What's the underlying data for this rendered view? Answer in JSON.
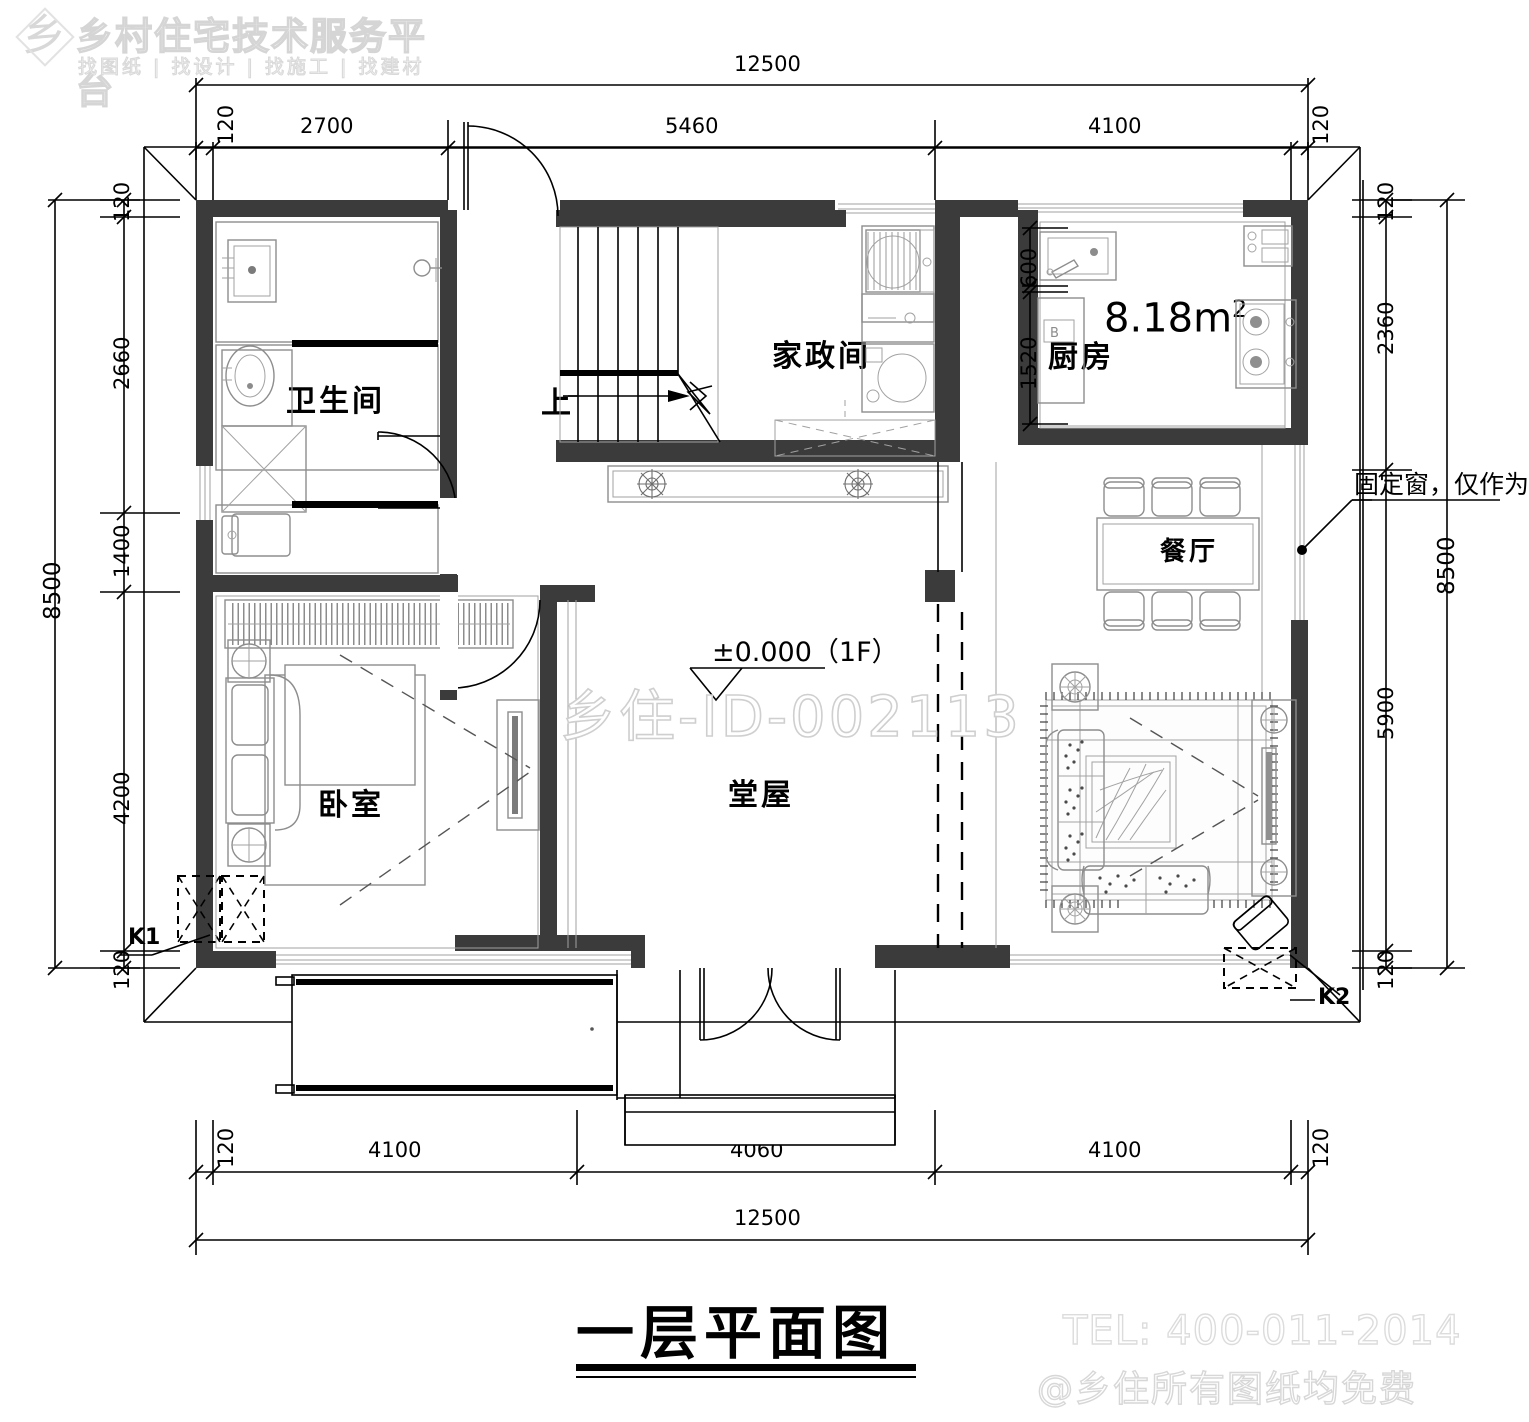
{
  "logo": {
    "brand": "乡村住宅技术服务平台",
    "tagline": "找图纸 | 找设计 | 找施工 | 找建材",
    "mark": "diamond-logo-icon"
  },
  "watermarks": {
    "plan_id": "乡住-ID-002113",
    "tel": "TEL: 400-011-2014",
    "slogan": "@乡住所有图纸均免费"
  },
  "title": "一层平面图",
  "elevation_marker": "±0.000（1F）",
  "stair_direction": "上",
  "annotation": "固定窗，仅作为",
  "area_labels": [
    {
      "text": "8.18m",
      "sup": "2"
    }
  ],
  "rooms": [
    {
      "key": "bathroom",
      "label": "卫生间"
    },
    {
      "key": "bedroom",
      "label": "卧室"
    },
    {
      "key": "utility",
      "label": "家政间"
    },
    {
      "key": "kitchen",
      "label": "厨房"
    },
    {
      "key": "hall",
      "label": "堂屋"
    },
    {
      "key": "dining",
      "label": "餐厁"
    },
    {
      "key": "dining2",
      "label": "餐厅"
    }
  ],
  "room_names": {
    "bathroom": "卫生间",
    "bedroom": "卧室",
    "utility": "家政间",
    "kitchen": "厨房",
    "hall": "堂屋",
    "dining_table": "餐厅",
    "living_rug": "餐厅"
  },
  "column_marks": {
    "k1": "K1",
    "k2": "K2"
  },
  "dimensions": {
    "top_overall": "12500",
    "top_chain": [
      "120",
      "2700",
      "5460",
      "4100",
      "120"
    ],
    "bottom_overall": "12500",
    "bottom_chain": [
      "120",
      "4100",
      "4060",
      "4100",
      "120"
    ],
    "left_overall": "8500",
    "left_chain": [
      "120",
      "2660",
      "1400",
      "4200",
      "120"
    ],
    "right_overall": "8500",
    "right_chain": [
      "120",
      "2360",
      "5900",
      "120"
    ],
    "kitchen_detail": [
      "600",
      "1520"
    ]
  },
  "colors": {
    "wall": "#3b3b3b",
    "line": "#000000",
    "furniture": "#8d8d8d",
    "watermark": "#d8d8d8",
    "paper": "#ffffff"
  }
}
